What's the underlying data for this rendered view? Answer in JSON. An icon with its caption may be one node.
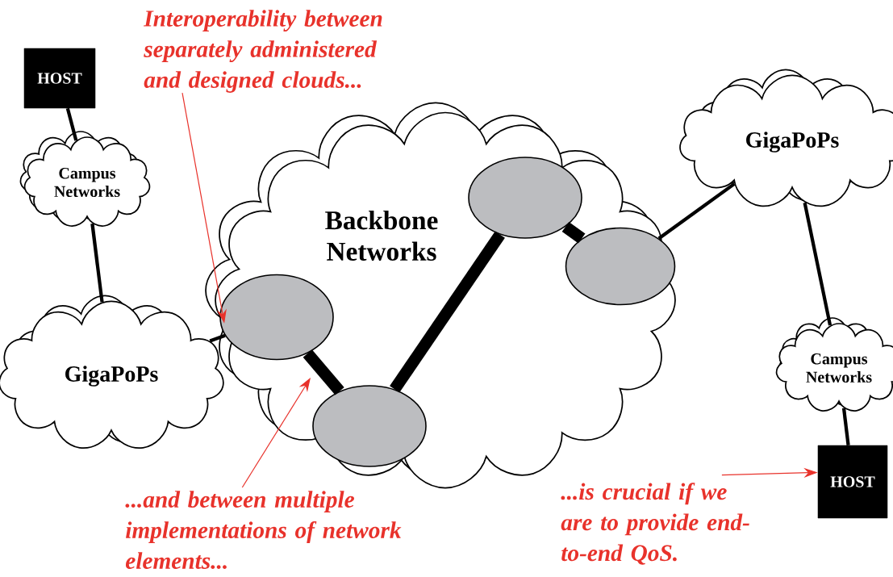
{
  "diagram": {
    "nodes": [
      {
        "text": [
          "HOST"
        ]
      },
      {
        "text": [
          "Campus Networks"
        ]
      },
      {
        "text": [
          "GigaPoPs"
        ]
      },
      {
        "text": [
          "Backbone Networks"
        ]
      },
      {
        "text": [],
        "shape": "ellipse",
        "in": 3
      },
      {
        "text": [],
        "shape": "ellipse",
        "in": 3
      },
      {
        "text": [],
        "shape": "ellipse",
        "in": 3
      },
      {
        "text": [],
        "shape": "ellipse",
        "in": 3
      },
      {
        "text": [
          "GigaPoPs"
        ]
      },
      {
        "text": [
          "Campus Networks"
        ]
      },
      {
        "text": [
          "HOST"
        ]
      },
      {
        "text": [
          "Interoperability between separately administered and designed clouds..."
        ]
      },
      {
        "text": [
          "...and between multiple implementations of network elements..."
        ]
      },
      {
        "text": [
          "...is crucial if we are to provide end-to-end QoS."
        ]
      }
    ],
    "edges": [
      {
        "from": 0,
        "to": 1,
        "arrow": "none"
      },
      {
        "from": 1,
        "to": 2,
        "arrow": "none"
      },
      {
        "from": 2,
        "to": 4,
        "arrow": "none"
      },
      {
        "from": 4,
        "to": 5,
        "arrow": "none",
        "style": "thick"
      },
      {
        "from": 5,
        "to": 6,
        "arrow": "none",
        "style": "thick"
      },
      {
        "from": 6,
        "to": 7,
        "arrow": "none",
        "style": "thick"
      },
      {
        "from": 7,
        "to": 8,
        "arrow": "none"
      },
      {
        "from": 8,
        "to": 9,
        "arrow": "none"
      },
      {
        "from": 9,
        "to": 10,
        "arrow": "none"
      },
      {
        "from": 11,
        "to": 3,
        "arrow": "to",
        "color": "#e8322b"
      },
      {
        "from": 12,
        "to": null,
        "arrow": "to",
        "color": "#e8322b"
      },
      {
        "from": 13,
        "to": 10,
        "arrow": "to",
        "color": "#e8322b"
      }
    ]
  }
}
